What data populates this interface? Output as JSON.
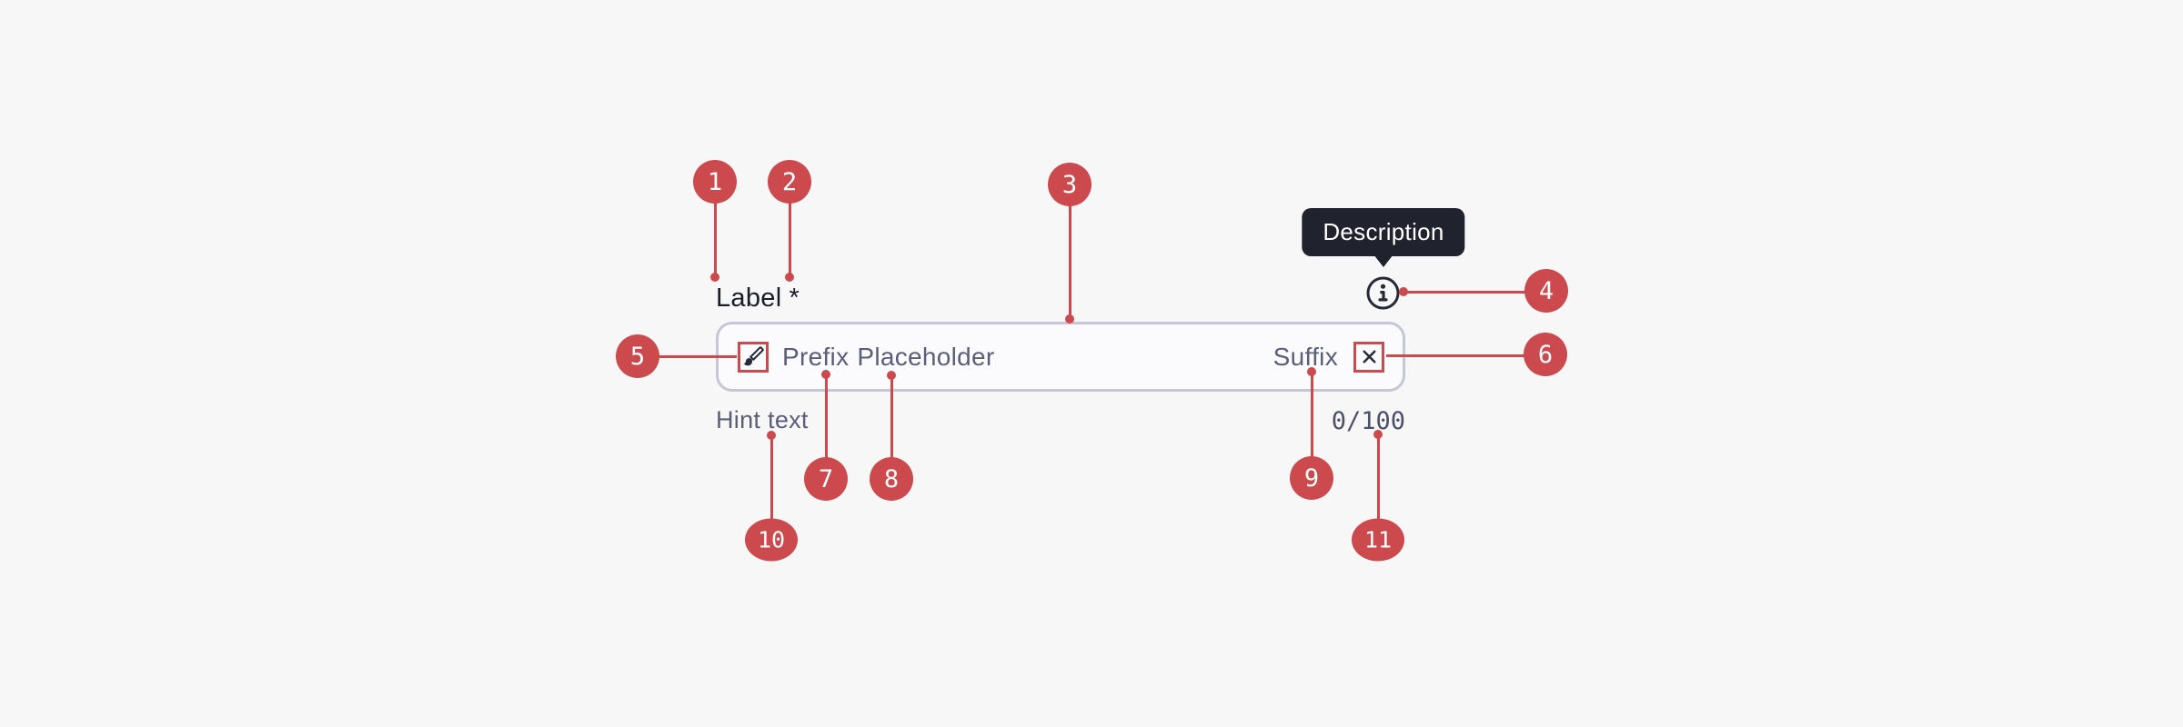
{
  "colors": {
    "page_bg": "#f7f7f8",
    "accent_red": "#cc494d",
    "tooltip_bg": "#20222e",
    "tooltip_text": "#ffffff",
    "text_dark": "#191c29",
    "text_muted": "#5a5e77",
    "counter_text": "#4c5068",
    "icon_dark": "#262a38",
    "input_border": "#c5c7d7",
    "input_bg": "#fbfbfd"
  },
  "tooltip": {
    "text": "Description"
  },
  "field": {
    "label": "Label",
    "required_indicator": "*",
    "prefix": "Prefix",
    "placeholder": "Placeholder",
    "suffix": "Suffix",
    "hint": "Hint text",
    "counter": "0/100"
  },
  "icons": {
    "info": "info-icon",
    "prefix": "paintbrush-icon",
    "clear": "close-icon"
  },
  "callouts": [
    {
      "label": "1",
      "target": "label"
    },
    {
      "label": "2",
      "target": "required-indicator"
    },
    {
      "label": "3",
      "target": "input-container"
    },
    {
      "label": "4",
      "target": "info-icon"
    },
    {
      "label": "5",
      "target": "prefix-icon"
    },
    {
      "label": "6",
      "target": "clear-icon"
    },
    {
      "label": "7",
      "target": "prefix-text"
    },
    {
      "label": "8",
      "target": "placeholder"
    },
    {
      "label": "9",
      "target": "suffix-text"
    },
    {
      "label": "10",
      "target": "hint-text"
    },
    {
      "label": "11",
      "target": "character-counter"
    }
  ]
}
